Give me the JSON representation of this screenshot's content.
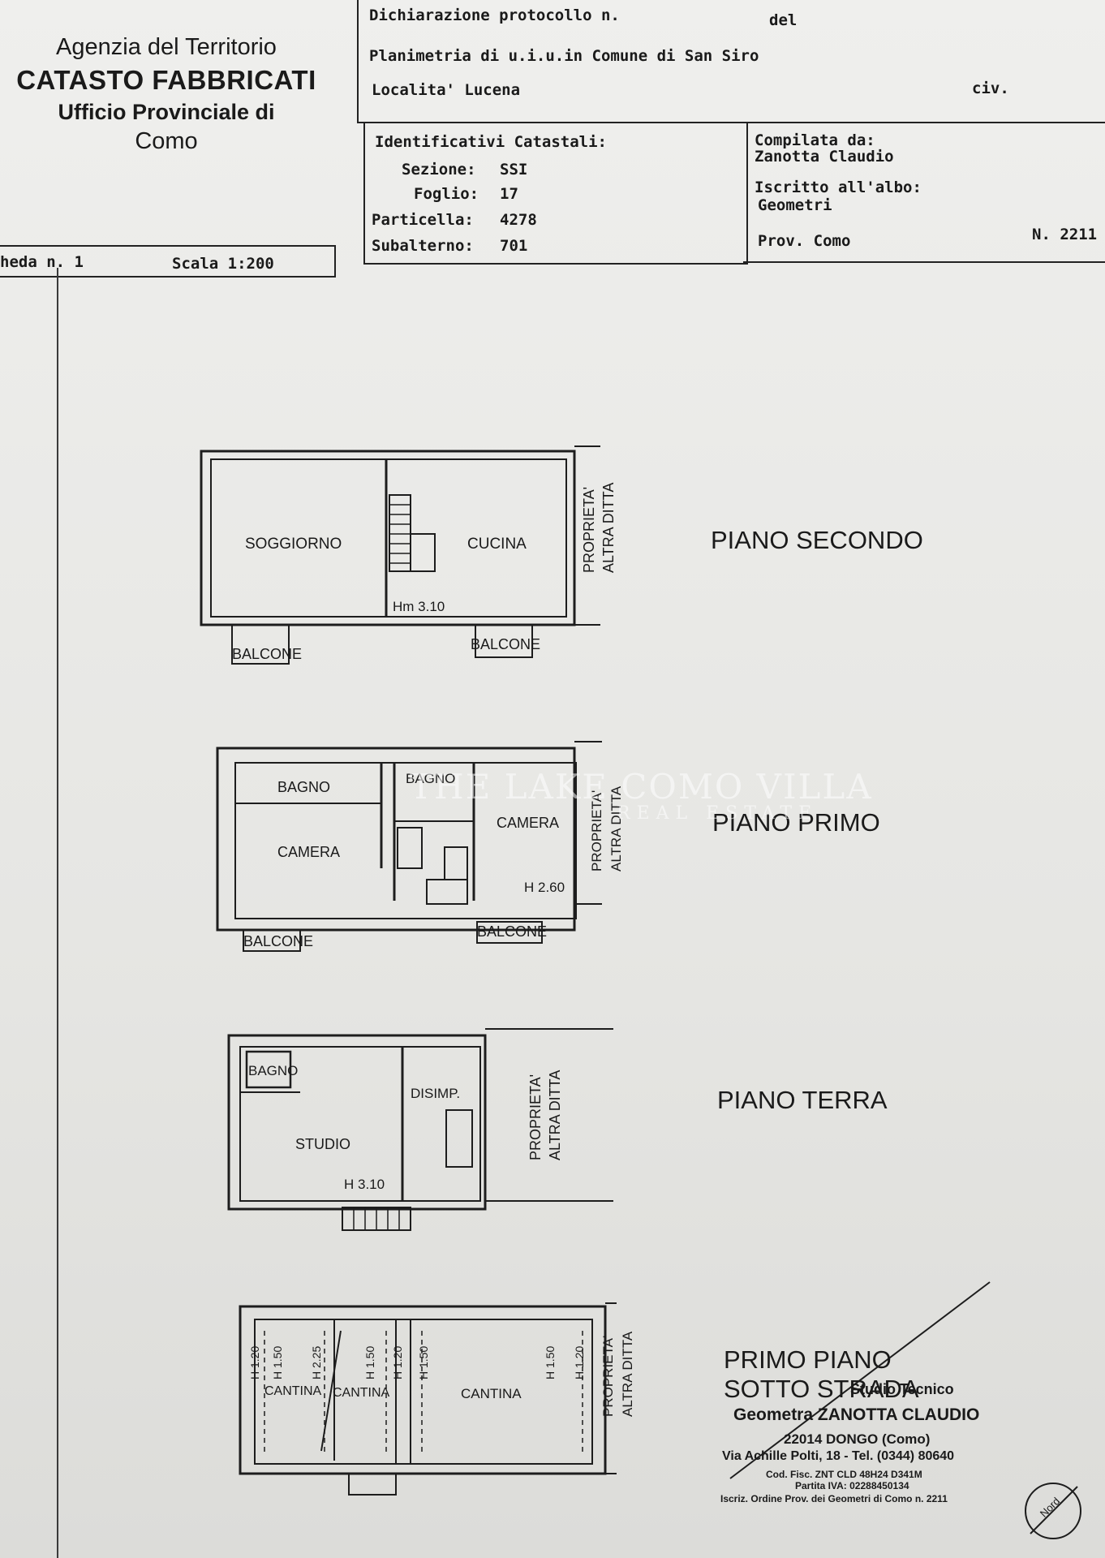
{
  "agency": {
    "line1": "Agenzia del Territorio",
    "line2": "CATASTO FABBRICATI",
    "line3": "Ufficio Provinciale di",
    "line4": "Como"
  },
  "header": {
    "dichiarazione": "Dichiarazione protocollo n.",
    "del": "del",
    "planimetria": "Planimetria di u.i.u.in Comune di San Siro",
    "localita": "Localita' Lucena",
    "civ": "civ."
  },
  "identificativi": {
    "title": "Identificativi Catastali:",
    "sezione_label": "Sezione:",
    "sezione": "SSI",
    "foglio_label": "Foglio:",
    "foglio": "17",
    "particella_label": "Particella:",
    "particella": "4278",
    "subalterno_label": "Subalterno:",
    "subalterno": "701"
  },
  "compilata": {
    "label": "Compilata da:",
    "name": "Zanotta Claudio",
    "albo_label": "Iscritto all'albo:",
    "albo": "Geometri",
    "prov": "Prov. Como",
    "numero": "N. 2211"
  },
  "scheda": {
    "scheda": "heda n. 1",
    "scala": "Scala 1:200"
  },
  "floors": {
    "secondo": {
      "title": "PIANO SECONDO",
      "rooms": [
        "SOGGIORNO",
        "CUCINA"
      ],
      "height": "Hm 3.10",
      "balcone1": "BALCONE",
      "balcone2": "BALCONE",
      "side": [
        "PROPRIETA'",
        "ALTRA DITTA"
      ]
    },
    "primo": {
      "title": "PIANO PRIMO",
      "rooms": [
        "BAGNO",
        "CAMERA",
        "BAGNO",
        "CAMERA"
      ],
      "height": "H 2.60",
      "balcone1": "BALCONE",
      "balcone2": "BALCONE",
      "side": [
        "PROPRIETA'",
        "ALTRA DITTA"
      ]
    },
    "terra": {
      "title": "PIANO TERRA",
      "rooms": [
        "BAGNO",
        "STUDIO",
        "DISIMP."
      ],
      "height": "H 3.10",
      "side": [
        "PROPRIETA'",
        "ALTRA DITTA"
      ]
    },
    "sottostrada": {
      "title1": "PRIMO PIANO",
      "title2": "SOTTO STRADA",
      "rooms": [
        "CANTINA",
        "CANTINA",
        "CANTINA"
      ],
      "heights": [
        "H 1.20",
        "H 1.50",
        "H 2.25",
        "H 1.50",
        "H 1.20",
        "H 1.50",
        "H 1.50",
        "H 1.20"
      ],
      "side": [
        "PROPRIETA'",
        "ALTRA DITTA"
      ]
    }
  },
  "stamp": {
    "line1": "Studio Tecnico",
    "line2": "Geometra ZANOTTA CLAUDIO",
    "line3": "22014 DONGO (Como)",
    "line4": "Via Achille Polti, 18 - Tel. (0344) 80640",
    "line5": "Cod. Fisc. ZNT CLD 48H24 D341M",
    "line6": "Partita IVA: 02288450134",
    "line7": "Iscriz. Ordine Prov. dei Geometri di Como n. 2211"
  },
  "north": "Nord",
  "watermark": {
    "name": "THE LAKE COMO VILLA",
    "sub": "REAL ESTATE"
  }
}
